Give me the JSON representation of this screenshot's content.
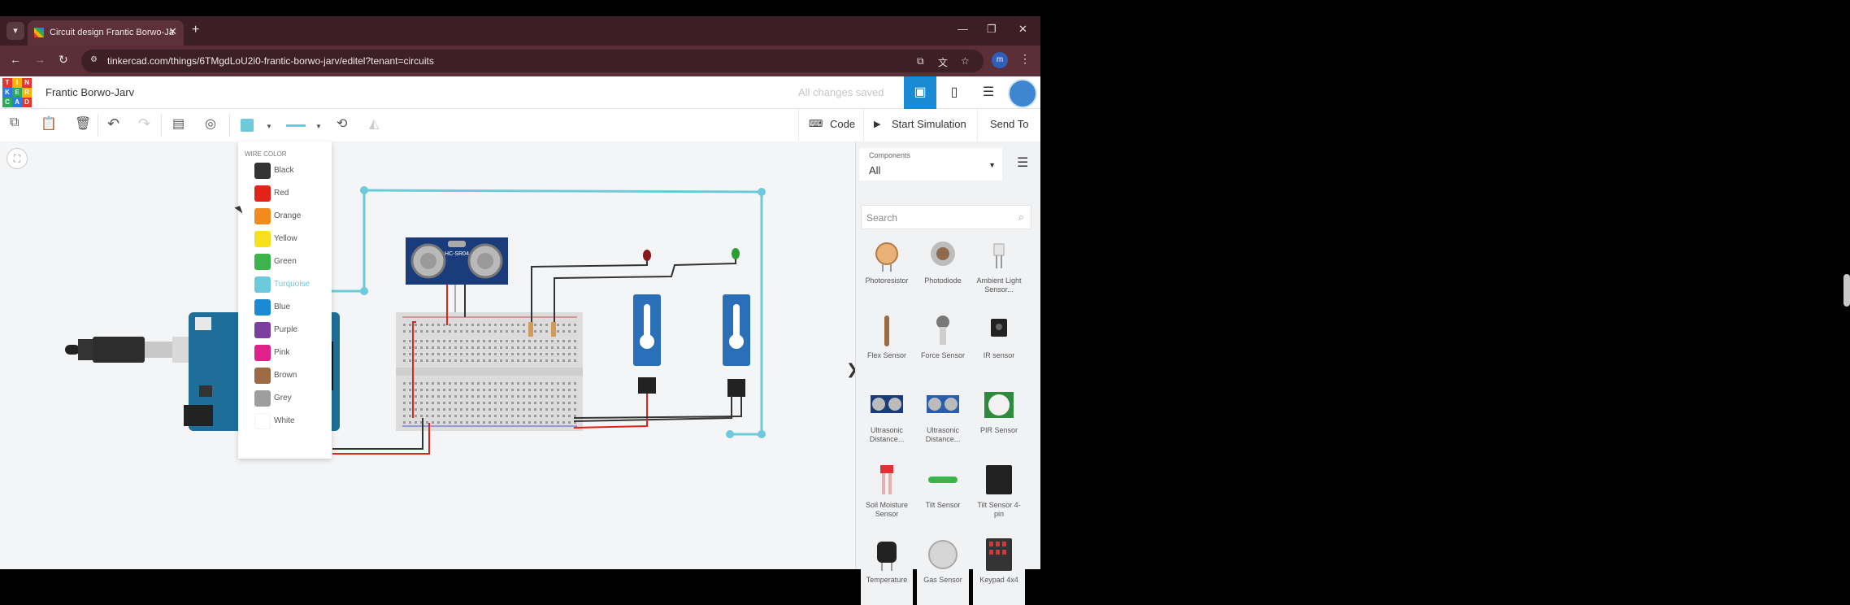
{
  "browser": {
    "tab_title": "Circuit design Frantic Borwo-Ja",
    "url": "tinkercad.com/things/6TMgdLoU2i0-frantic-borwo-jarv/editel?tenant=circuits",
    "profile_initial": "m"
  },
  "header": {
    "logo_letters": [
      "T",
      "I",
      "N",
      "K",
      "E",
      "R",
      "C",
      "A",
      "D"
    ],
    "project_title": "Frantic Borwo-Jarv",
    "save_status": "All changes saved"
  },
  "toolbar": {
    "code_label": "Code",
    "start_sim_label": "Start Simulation",
    "send_to_label": "Send To",
    "wire_color": "#6ccadb"
  },
  "wire_menu": {
    "header": "WIRE COLOR",
    "selected": "Turquoise",
    "colors": [
      {
        "name": "Black",
        "hex": "#333333"
      },
      {
        "name": "Red",
        "hex": "#e2231a"
      },
      {
        "name": "Orange",
        "hex": "#f28a1e"
      },
      {
        "name": "Yellow",
        "hex": "#f7e01e"
      },
      {
        "name": "Green",
        "hex": "#3cb44b"
      },
      {
        "name": "Turquoise",
        "hex": "#6ccadb"
      },
      {
        "name": "Blue",
        "hex": "#1a8ad4"
      },
      {
        "name": "Purple",
        "hex": "#7b3fa0"
      },
      {
        "name": "Pink",
        "hex": "#e0218a"
      },
      {
        "name": "Brown",
        "hex": "#9c6b45"
      },
      {
        "name": "Grey",
        "hex": "#9e9e9e"
      },
      {
        "name": "White",
        "hex": "#ffffff"
      }
    ]
  },
  "canvas": {
    "sensor_label": "HC-SR04"
  },
  "panel": {
    "components_label": "Components",
    "filter_value": "All",
    "search_placeholder": "Search",
    "items": [
      {
        "label": "Photoresistor"
      },
      {
        "label": "Photodiode"
      },
      {
        "label": "Ambient Light Sensor..."
      },
      {
        "label": "Flex Sensor"
      },
      {
        "label": "Force Sensor"
      },
      {
        "label": "IR sensor"
      },
      {
        "label": "Ultrasonic Distance..."
      },
      {
        "label": "Ultrasonic Distance..."
      },
      {
        "label": "PIR Sensor"
      },
      {
        "label": "Soil Moisture Sensor"
      },
      {
        "label": "Tilt Sensor"
      },
      {
        "label": "Tilt Sensor 4-pin"
      },
      {
        "label": "Temperature"
      },
      {
        "label": "Gas Sensor"
      },
      {
        "label": "Keypad 4x4"
      }
    ]
  }
}
